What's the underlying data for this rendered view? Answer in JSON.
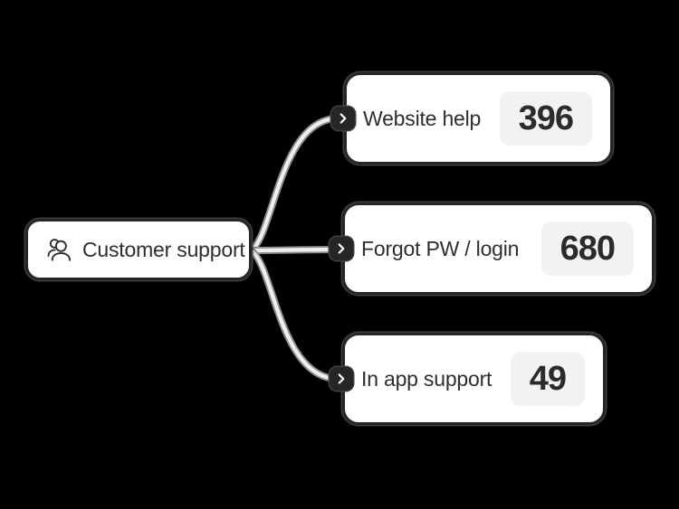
{
  "diagram": {
    "background_color": "#000000",
    "root": {
      "label": "Customer support",
      "icon": "users-icon"
    },
    "children": [
      {
        "label": "Website help",
        "count": "396"
      },
      {
        "label": "Forgot PW / login",
        "count": "680"
      },
      {
        "label": "In app support",
        "count": "49"
      }
    ],
    "icons": {
      "root_node": "users-icon",
      "branch_toggle": "chevron-right-icon"
    },
    "colors": {
      "canvas_background": "#000000",
      "node_background": "#ffffff",
      "node_border": "#262626",
      "label_text": "#2e2e2e",
      "count_badge_background": "#f2f2f2",
      "count_text": "#2b2b2b",
      "connector_core": "#efefef",
      "connector_edge": "#8c8c8c",
      "toggle_tab_background": "#262626",
      "toggle_chevron": "#ffffff"
    }
  }
}
